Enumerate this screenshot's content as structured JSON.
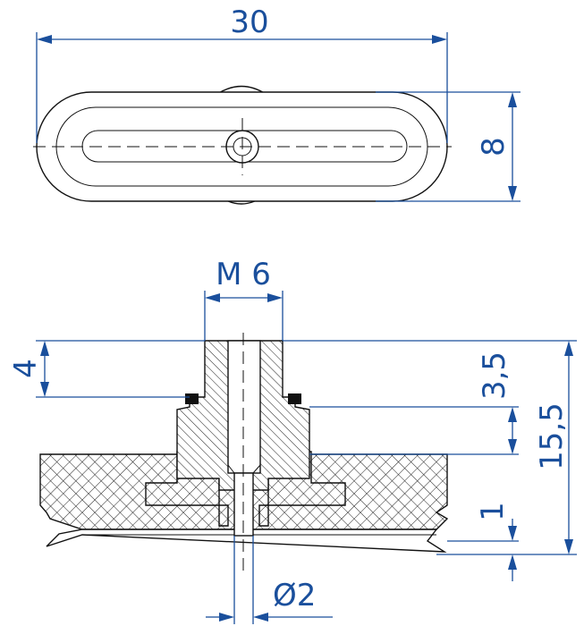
{
  "top_view": {
    "width_label": "30",
    "height_label": "8"
  },
  "section_view": {
    "thread_label": "M 6",
    "thread_length_label": "4",
    "step_label": "3,5",
    "overall_height_label": "15,5",
    "lip_label": "1",
    "bore_label": "Ø2"
  },
  "colors": {
    "dimension": "#1a4f9c",
    "outline": "#111111"
  }
}
